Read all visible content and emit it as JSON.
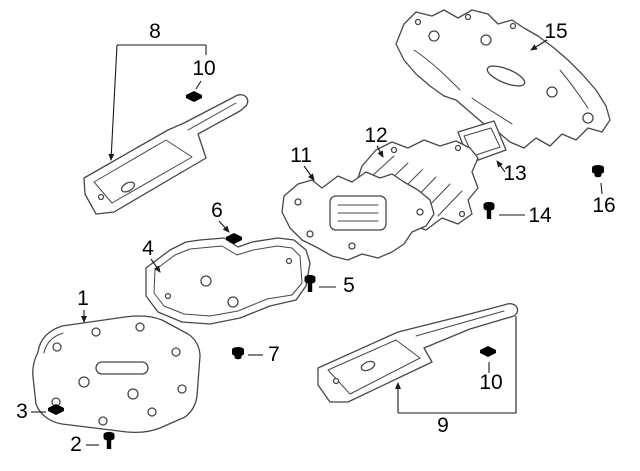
{
  "diagram": {
    "background": "#ffffff",
    "part_line_color": "#474747",
    "leader_line_color": "#1a1a1a",
    "text_color": "#000000"
  },
  "callouts": {
    "c1": "1",
    "c2": "2",
    "c3": "3",
    "c4": "4",
    "c5": "5",
    "c6": "6",
    "c7": "7",
    "c8": "8",
    "c9": "9",
    "c10_top": "10",
    "c10_bottom": "10",
    "c11": "11",
    "c12": "12",
    "c13": "13",
    "c14": "14",
    "c15": "15",
    "c16": "16"
  },
  "icons": {
    "screw-icon": "threaded-bolt-shape",
    "nut-icon": "push-nut-grommet-shape",
    "clip-icon": "square-retainer-clip-shape"
  }
}
